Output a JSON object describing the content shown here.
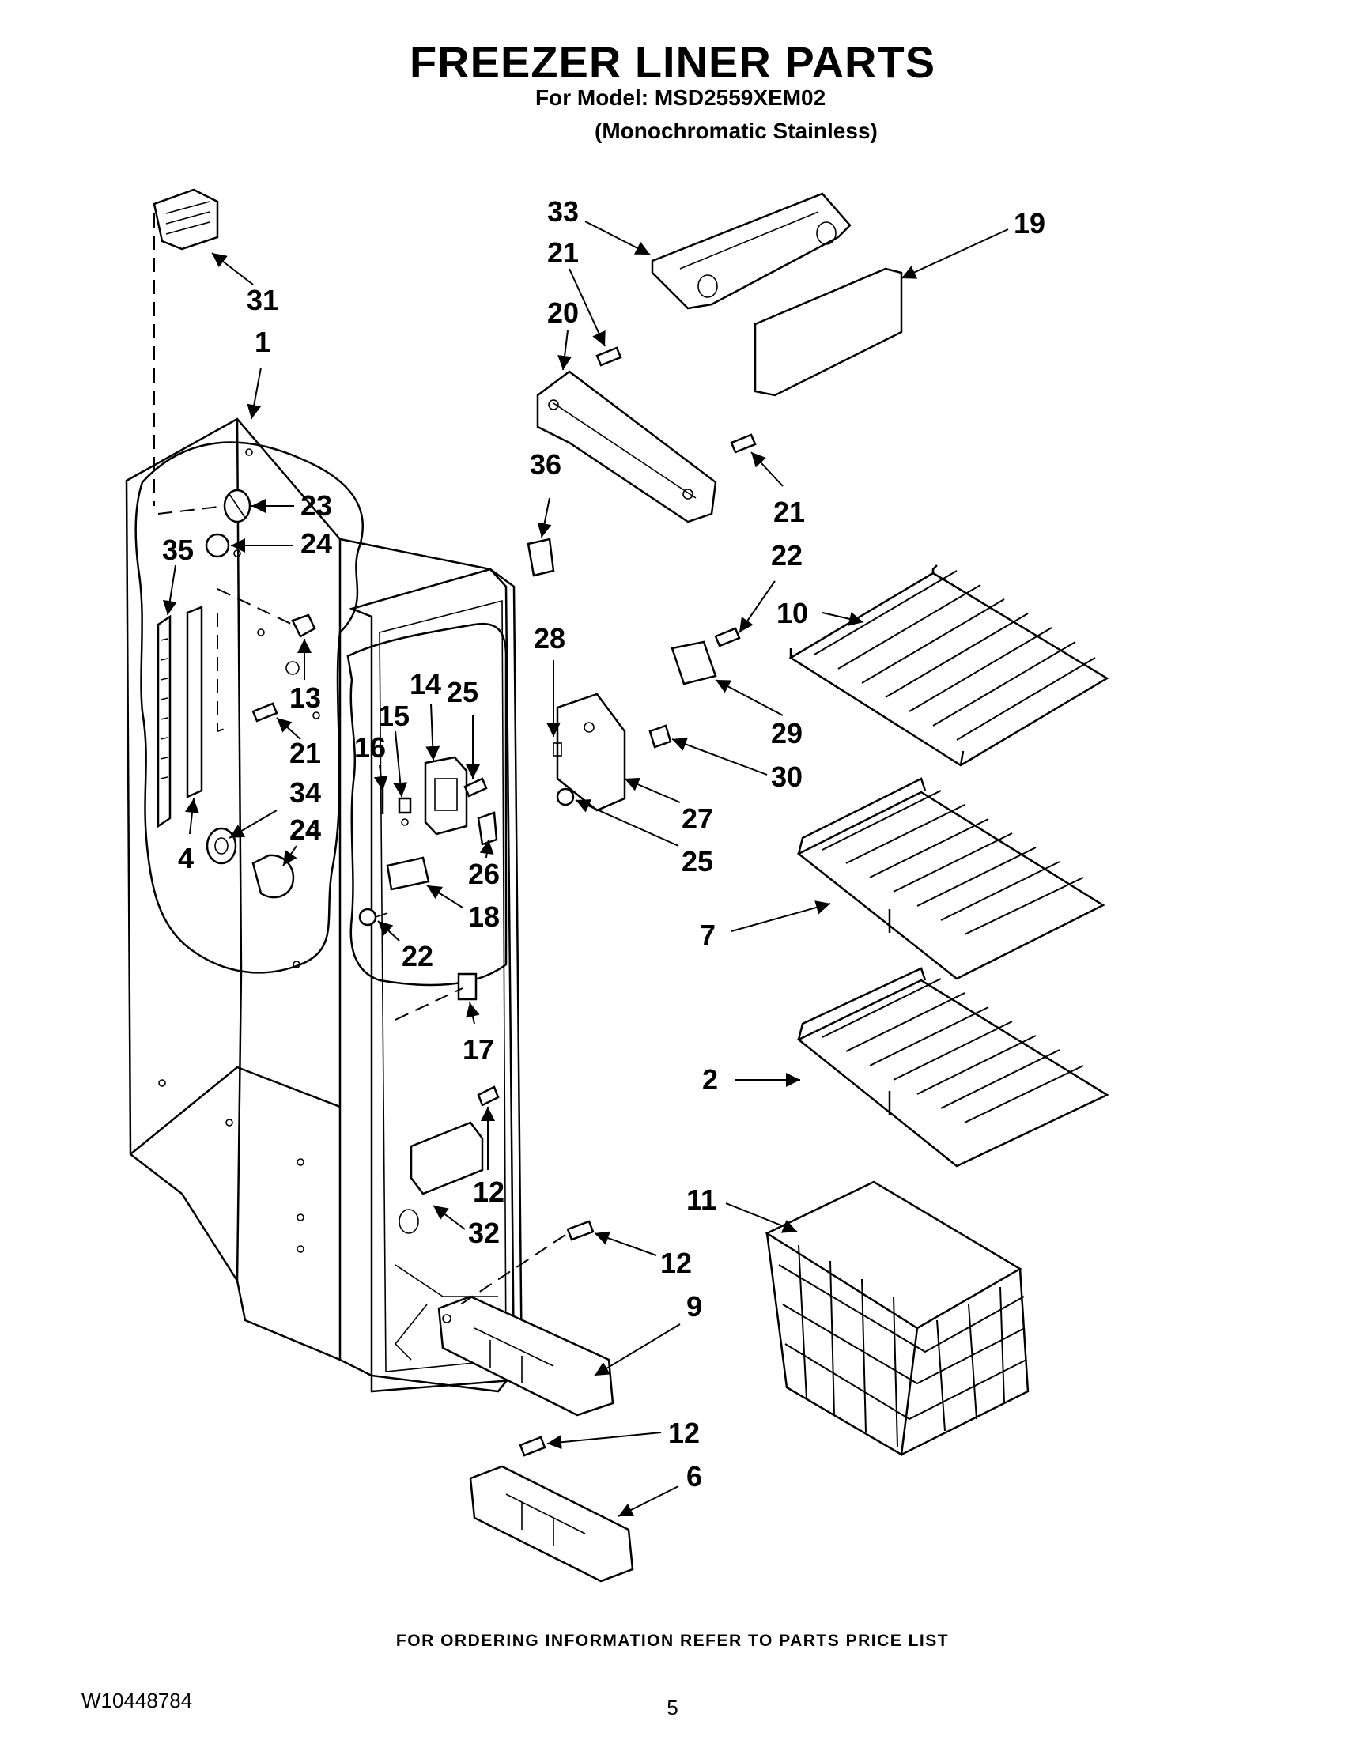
{
  "header": {
    "title": "FREEZER LINER PARTS",
    "model_line": "For Model: MSD2559XEM02",
    "model_desc": "(Monochromatic Stainless)"
  },
  "footer": {
    "ordering_note": "FOR ORDERING INFORMATION REFER TO PARTS PRICE LIST",
    "document_number": "W10448784",
    "page_number": "5"
  },
  "callouts": [
    {
      "id": "c31",
      "label": "31"
    },
    {
      "id": "c1",
      "label": "1"
    },
    {
      "id": "c23",
      "label": "23"
    },
    {
      "id": "c24a",
      "label": "24"
    },
    {
      "id": "c35",
      "label": "35"
    },
    {
      "id": "c13",
      "label": "13"
    },
    {
      "id": "c21a",
      "label": "21"
    },
    {
      "id": "c34",
      "label": "34"
    },
    {
      "id": "c24b",
      "label": "24"
    },
    {
      "id": "c4",
      "label": "4"
    },
    {
      "id": "c16",
      "label": "16"
    },
    {
      "id": "c15",
      "label": "15"
    },
    {
      "id": "c14",
      "label": "14"
    },
    {
      "id": "c25a",
      "label": "25"
    },
    {
      "id": "c26",
      "label": "26"
    },
    {
      "id": "c18",
      "label": "18"
    },
    {
      "id": "c22a",
      "label": "22"
    },
    {
      "id": "c17",
      "label": "17"
    },
    {
      "id": "c12a",
      "label": "12"
    },
    {
      "id": "c32",
      "label": "32"
    },
    {
      "id": "c33",
      "label": "33"
    },
    {
      "id": "c21b",
      "label": "21"
    },
    {
      "id": "c20",
      "label": "20"
    },
    {
      "id": "c19",
      "label": "19"
    },
    {
      "id": "c21c",
      "label": "21"
    },
    {
      "id": "c36",
      "label": "36"
    },
    {
      "id": "c22b",
      "label": "22"
    },
    {
      "id": "c10",
      "label": "10"
    },
    {
      "id": "c28",
      "label": "28"
    },
    {
      "id": "c29",
      "label": "29"
    },
    {
      "id": "c30",
      "label": "30"
    },
    {
      "id": "c27",
      "label": "27"
    },
    {
      "id": "c25b",
      "label": "25"
    },
    {
      "id": "c7",
      "label": "7"
    },
    {
      "id": "c2",
      "label": "2"
    },
    {
      "id": "c11",
      "label": "11"
    },
    {
      "id": "c12b",
      "label": "12"
    },
    {
      "id": "c9",
      "label": "9"
    },
    {
      "id": "c12c",
      "label": "12"
    },
    {
      "id": "c6",
      "label": "6"
    }
  ]
}
